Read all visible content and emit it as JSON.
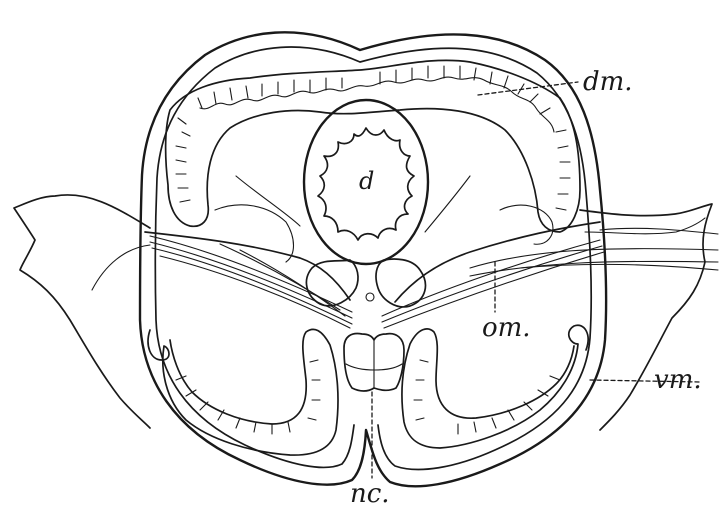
{
  "figure": {
    "labels": {
      "dm": "dm.",
      "om": "om.",
      "vm": "vm.",
      "nc": "nc.",
      "d": "d"
    }
  }
}
